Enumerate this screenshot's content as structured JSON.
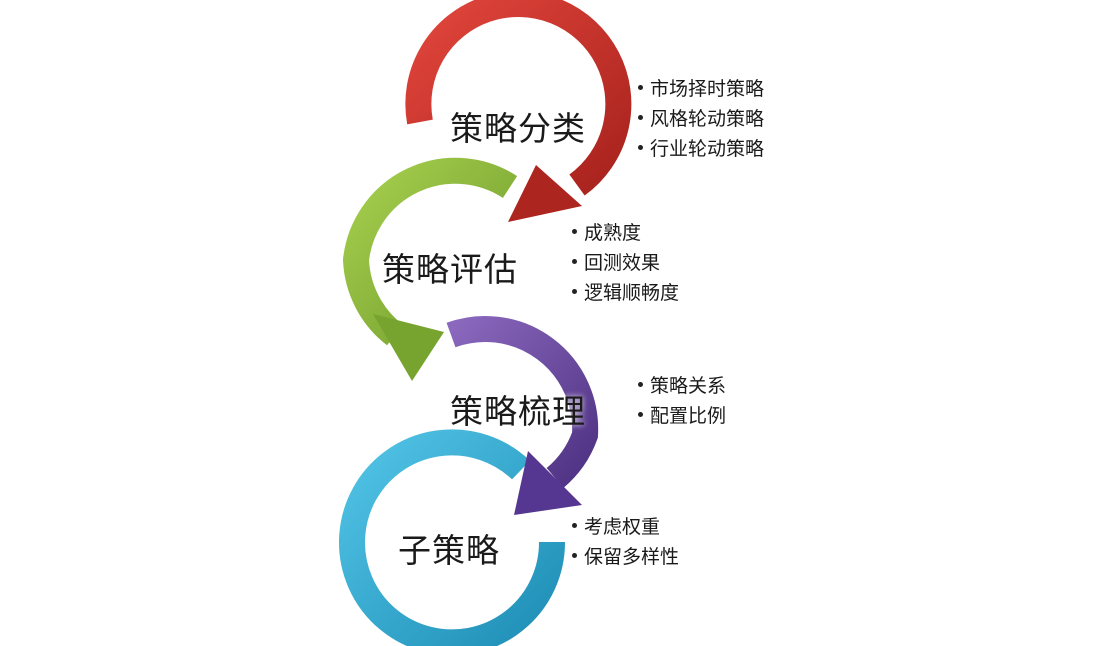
{
  "stages": [
    {
      "label": "策略分类",
      "color": "#c8312a",
      "bullets": [
        "市场择时策略",
        "风格轮动策略",
        "行业轮动策略"
      ]
    },
    {
      "label": "策略评估",
      "color": "#86b83a",
      "bullets": [
        "成熟度",
        "回测效果",
        "逻辑顺畅度"
      ]
    },
    {
      "label": "策略梳理",
      "color": "#6a4a9c",
      "bullets": [
        "策略关系",
        "配置比例"
      ]
    },
    {
      "label": "子策略",
      "color": "#2ba7cf",
      "bullets": [
        "考虑权重",
        "保留多样性"
      ]
    }
  ]
}
